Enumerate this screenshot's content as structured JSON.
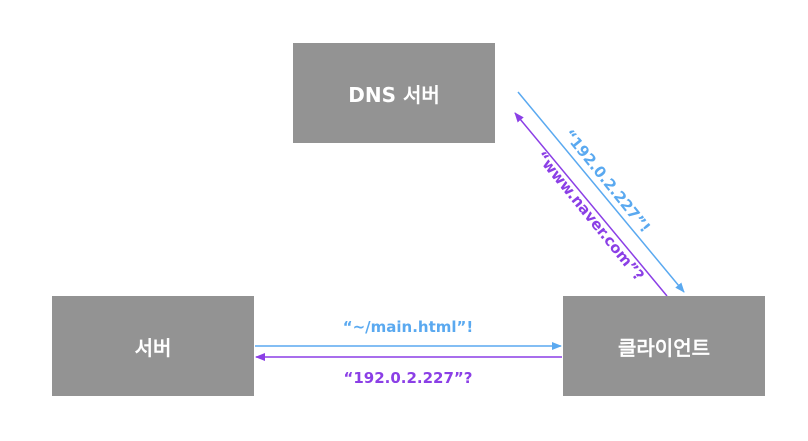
{
  "nodes": {
    "dns": "DNS 서버",
    "server": "서버",
    "client": "클라이언트"
  },
  "edges": {
    "client_to_dns": "“www.naver.com”?",
    "dns_to_client": "“192.0.2.227”!",
    "server_to_client": "“~/main.html”!",
    "client_to_server": "“192.0.2.227”?"
  },
  "colors": {
    "box": "#939393",
    "blue": "#5aa9f0",
    "purple": "#8b3fe6"
  }
}
